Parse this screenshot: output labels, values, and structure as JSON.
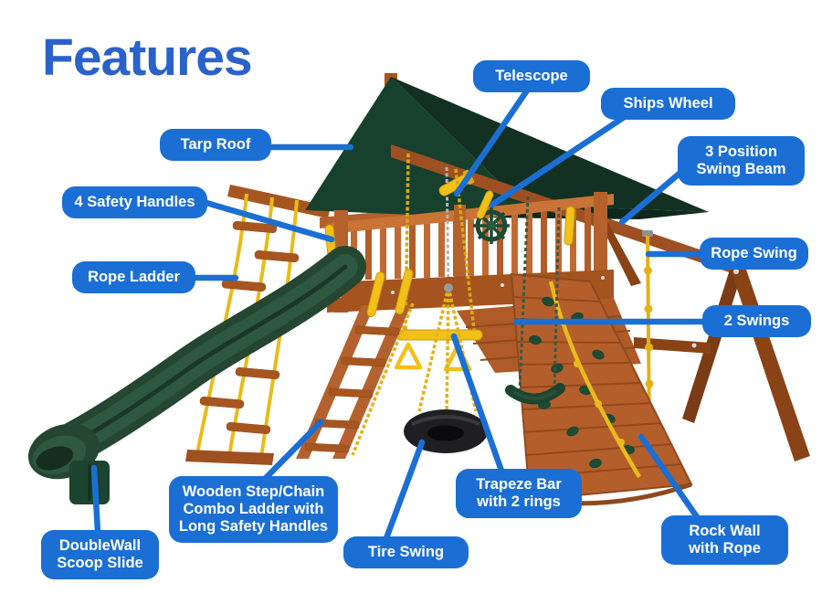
{
  "title": "Features",
  "colors": {
    "label_blue": "#1b6fd4",
    "title_blue": "#2a62c9",
    "connector_blue": "#1b6fd4",
    "wood_main": "#c06a33",
    "wood_dark": "#8e4a1e",
    "tarp_green": "#17402d",
    "slide_green": "#254732",
    "accent_yellow": "#f2c018",
    "tire_black": "#1f1f23"
  },
  "features": [
    {
      "id": "tarp-roof",
      "text": "Tarp Roof"
    },
    {
      "id": "telescope",
      "text": "Telescope"
    },
    {
      "id": "ships-wheel",
      "text": "Ships Wheel"
    },
    {
      "id": "swing-beam",
      "text": "3 Position\nSwing Beam"
    },
    {
      "id": "safety-handles",
      "text": "4 Safety Handles"
    },
    {
      "id": "rope-swing",
      "text": "Rope Swing"
    },
    {
      "id": "rope-ladder",
      "text": "Rope Ladder"
    },
    {
      "id": "two-swings",
      "text": "2 Swings"
    },
    {
      "id": "combo-ladder",
      "text": "Wooden Step/Chain\nCombo Ladder with\nLong Safety Handles"
    },
    {
      "id": "trapeze-bar",
      "text": "Trapeze Bar\nwith 2 rings"
    },
    {
      "id": "tire-swing",
      "text": "Tire Swing"
    },
    {
      "id": "rock-wall",
      "text": "Rock Wall\nwith Rope"
    },
    {
      "id": "scoop-slide",
      "text": "DoubleWall\nScoop Slide"
    }
  ]
}
